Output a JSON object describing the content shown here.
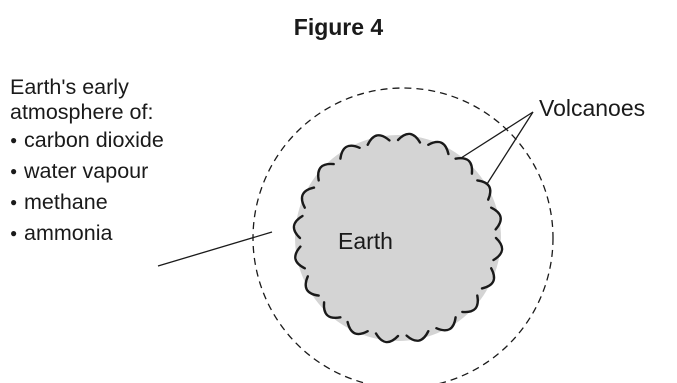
{
  "figure": {
    "title": "Figure 4",
    "atmosphere_caption": [
      "Earth's early",
      "atmosphere of:"
    ],
    "gases": [
      "carbon dioxide",
      "water vapour",
      "methane",
      "ammonia"
    ],
    "earth_label": "Earth",
    "volcanoes_label": "Volcanoes"
  },
  "colors": {
    "earth_fill": "#d4d4d4",
    "line": "#1a1a1a"
  }
}
